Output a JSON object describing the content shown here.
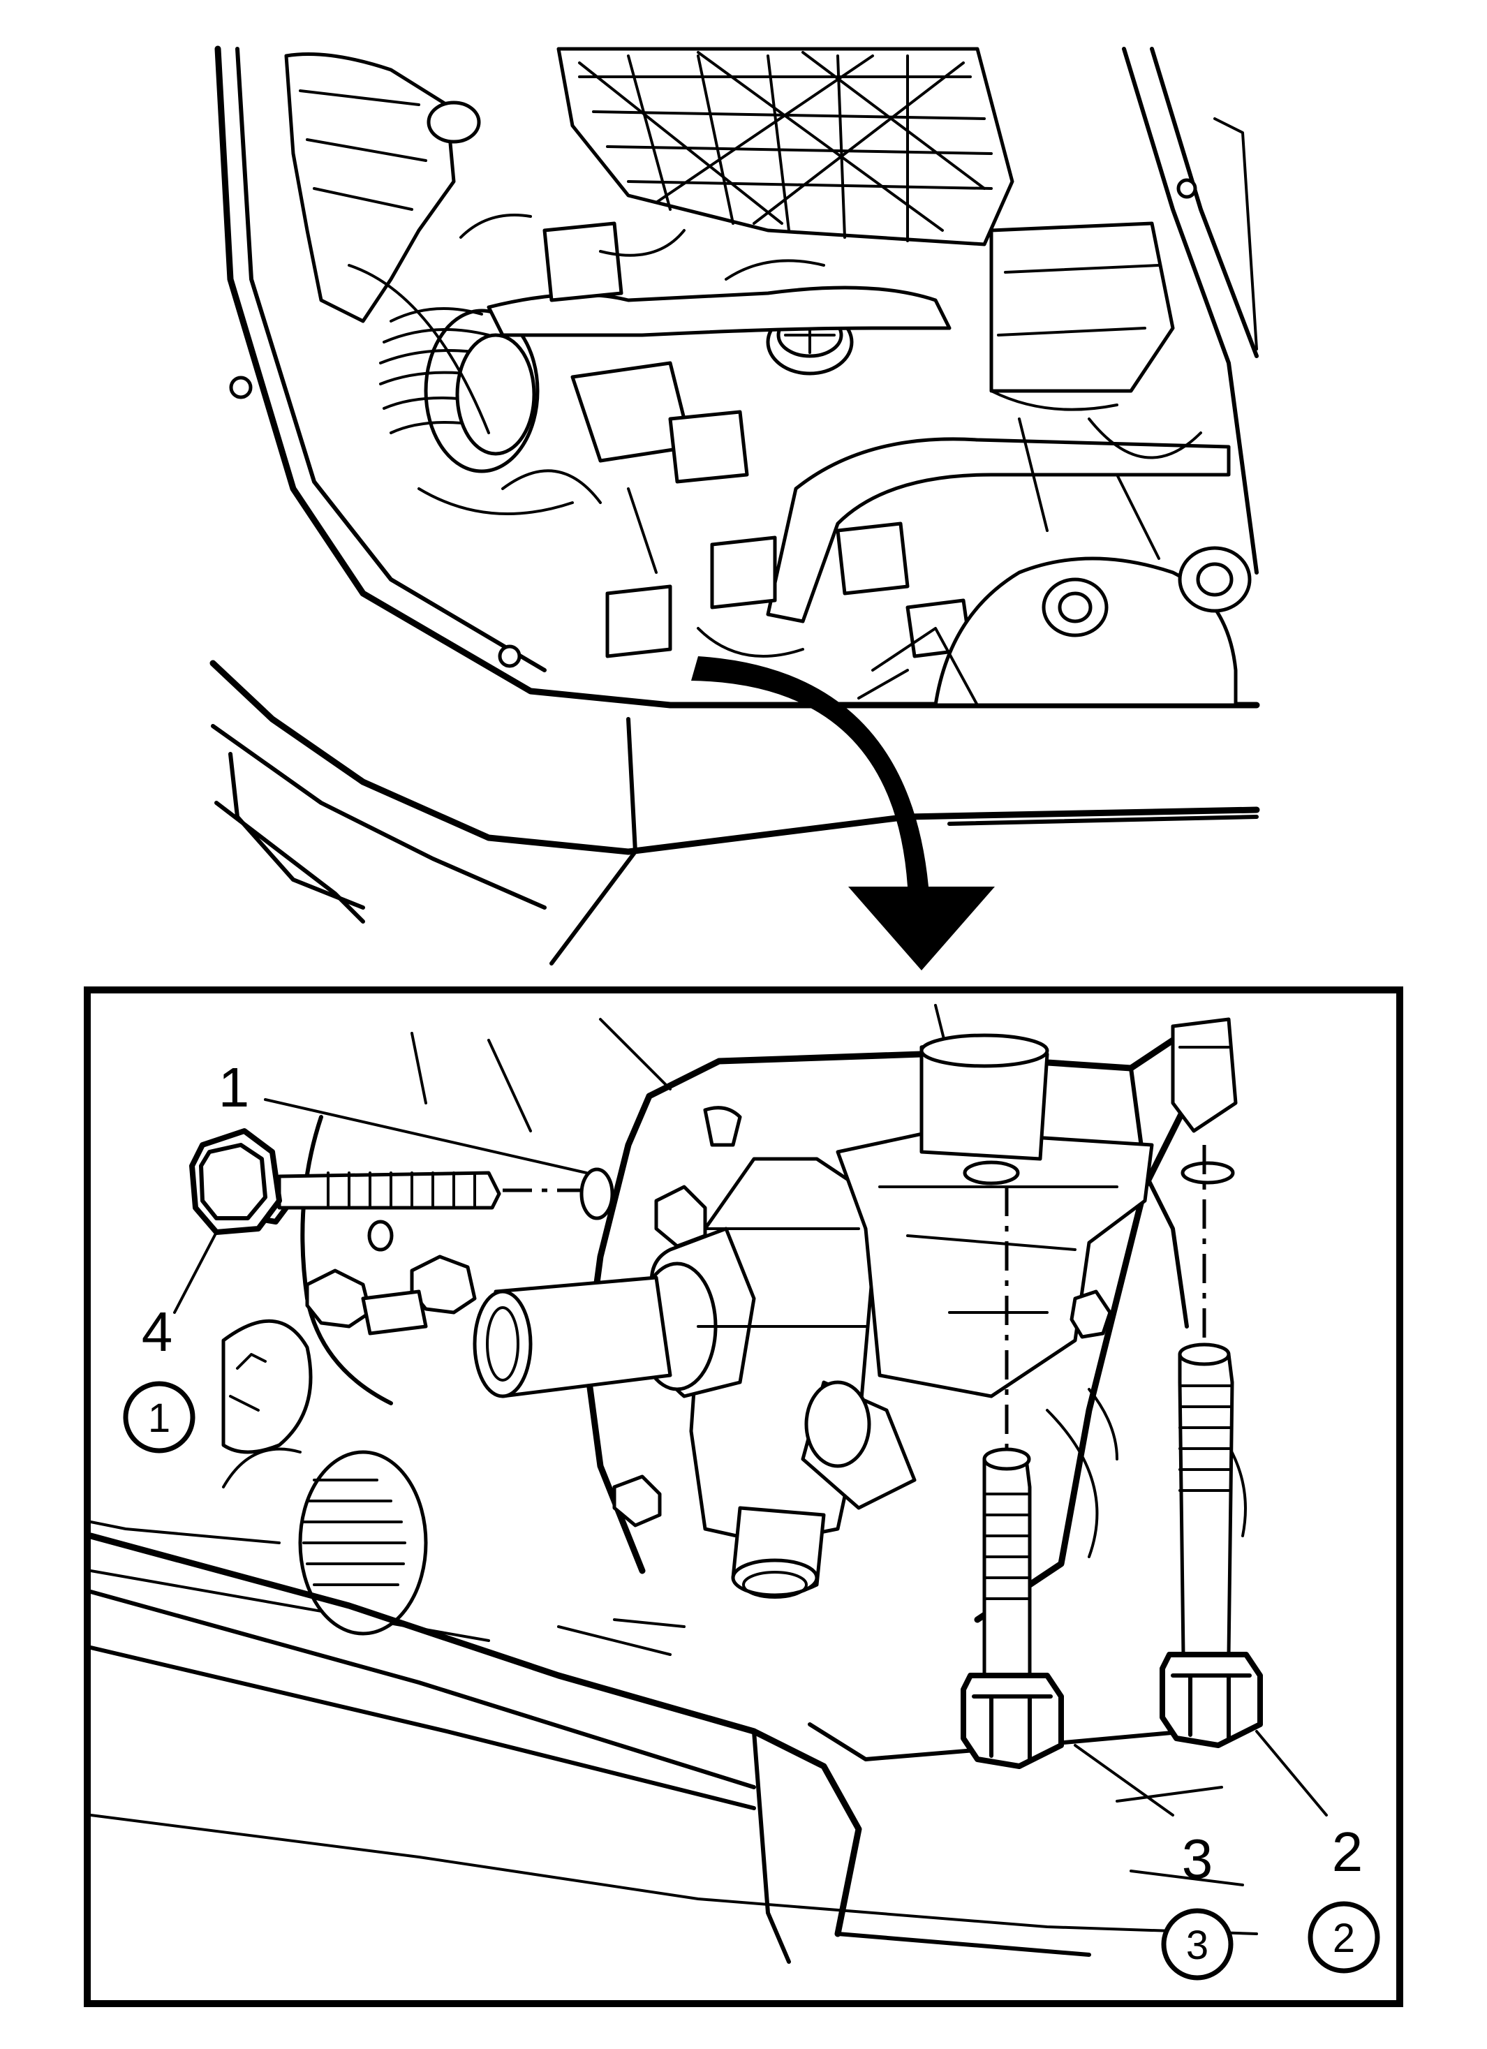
{
  "callouts": {
    "c1": "1",
    "c2": "2",
    "c3": "3",
    "c4": "4"
  },
  "sequence": {
    "s1": "1",
    "s2": "2",
    "s3": "3"
  }
}
